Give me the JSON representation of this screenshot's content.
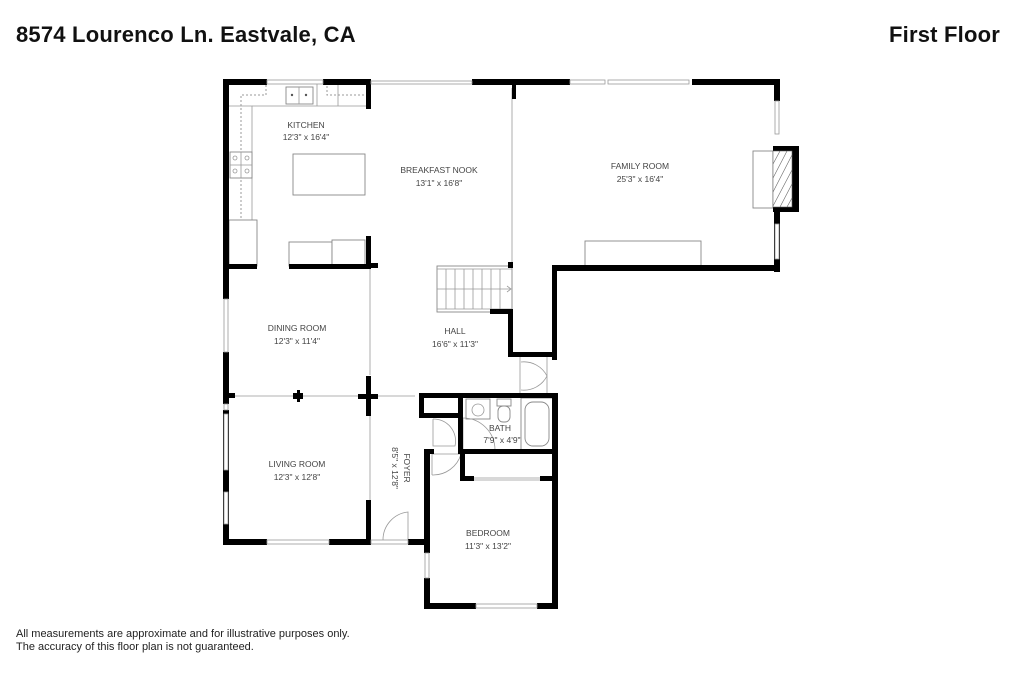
{
  "header": {
    "address": "8574 Lourenco Ln. Eastvale, CA",
    "floor": "First Floor"
  },
  "rooms": [
    {
      "name": "KITCHEN",
      "dimensions": "12'3\" x 16'4\""
    },
    {
      "name": "BREAKFAST NOOK",
      "dimensions": "13'1\" x 16'8\""
    },
    {
      "name": "FAMILY ROOM",
      "dimensions": "25'3\" x 16'4\""
    },
    {
      "name": "DINING ROOM",
      "dimensions": "12'3\" x 11'4\""
    },
    {
      "name": "HALL",
      "dimensions": "16'6\" x 11'3\""
    },
    {
      "name": "BATH",
      "dimensions": "7'9\" x 4'9\""
    },
    {
      "name": "LIVING ROOM",
      "dimensions": "12'3\" x 12'8\""
    },
    {
      "name": "FOYER",
      "dimensions": "8'5\" x 12'8\""
    },
    {
      "name": "BEDROOM",
      "dimensions": "11'3\" x 13'2\""
    }
  ],
  "footer": {
    "line1": "All measurements are approximate and for illustrative purposes only.",
    "line2": "The accuracy of this floor plan is not guaranteed."
  }
}
